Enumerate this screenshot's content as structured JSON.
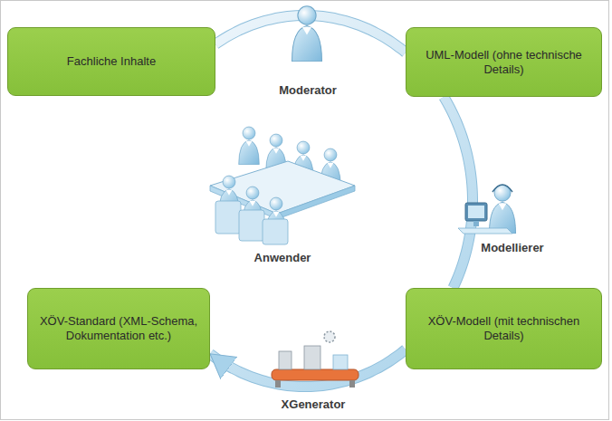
{
  "diagram": {
    "nodes": [
      {
        "text": [
          "Fachliche Inhalte"
        ]
      },
      {
        "text": [
          "UML-Modell (ohne technische Details)"
        ]
      },
      {
        "text": [
          "XÖV-Standard (XML-Schema, Dokumentation etc.)"
        ]
      },
      {
        "text": [
          "XÖV-Modell (mit technischen Details)"
        ]
      }
    ],
    "edges": [
      {
        "from": 0,
        "to": 1,
        "arrow": "none"
      },
      {
        "from": 1,
        "to": 3,
        "arrow": "none"
      },
      {
        "from": 3,
        "to": 2,
        "arrow": "to"
      }
    ],
    "labels": [
      "Moderator",
      "Anwender",
      "Modellierer",
      "XGenerator"
    ]
  }
}
